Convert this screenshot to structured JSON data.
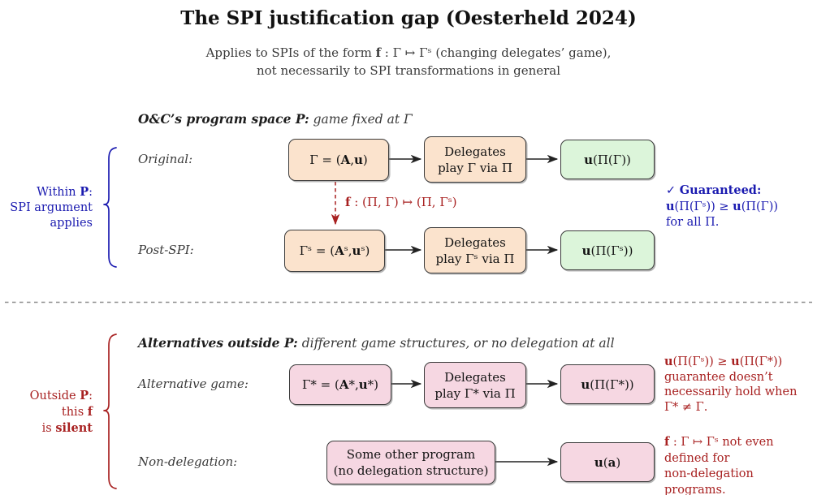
{
  "colors": {
    "blue": "#1b1bb0",
    "red": "#a82121",
    "peach": "#fbe3cd",
    "green": "#dcf5da",
    "pink": "#f6d7e2",
    "border": "#3b3b3b",
    "arrow": "#222222",
    "divider": "#8e8e8e"
  },
  "title": "The SPI justification gap (Oesterheld 2024)",
  "subtitle": {
    "line1": "Applies to SPIs of the form **f** : Γ ↦ Γˢ (changing delegates’ game),",
    "line2": "not necessarily to SPI transformations in general"
  },
  "within_section": {
    "header": {
      "emphasis": "O&C’s program space P:",
      "detail": " game fixed at Γ"
    },
    "brace_label": "Within **P**:\nSPI argument\napplies",
    "spi_map_label": "**f** :  (Π, Γ) ↦ (Π, Γˢ)",
    "guarantee_note": "✓ **Guaranteed:**\n**u**(Π(Γˢ)) ≥ **u**(Π(Γ))\nfor all Π.",
    "rows": {
      "original": {
        "label": "Original:",
        "game": "Γ = (**A**, **u**)",
        "delegates": "Delegates\nplay Γ via Π",
        "outcome": "**u**(Π(Γ))"
      },
      "post_spi": {
        "label": "Post-SPI:",
        "game": "Γˢ = (**A**ˢ, **u**ˢ)",
        "delegates": "Delegates\nplay Γˢ via Π",
        "outcome": "**u**(Π(Γˢ))"
      }
    }
  },
  "outside_section": {
    "header": {
      "emphasis": "Alternatives outside P:",
      "detail": " different game structures, or no delegation at all"
    },
    "brace_label": "Outside **P**:\nthis **f**\nis **silent**",
    "alt_note": "**u**(Π(Γˢ)) ≥ **u**(Π(Γ*))\nguarantee doesn’t\nnecessarily hold when\nΓ* ≠ Γ.",
    "nondel_note": "**f** : Γ ↦ Γˢ not even\ndefined for\nnon-delegation programs.",
    "rows": {
      "alternative": {
        "label": "Alternative game:",
        "game": "Γ* = (**A***, **u***)",
        "delegates": "Delegates\nplay Γ* via Π",
        "outcome": "**u**(Π(Γ*))"
      },
      "non_delegation": {
        "label": "Non-delegation:",
        "program": "Some other program\n(no delegation structure)",
        "outcome": "**u**(**a**)"
      }
    }
  }
}
